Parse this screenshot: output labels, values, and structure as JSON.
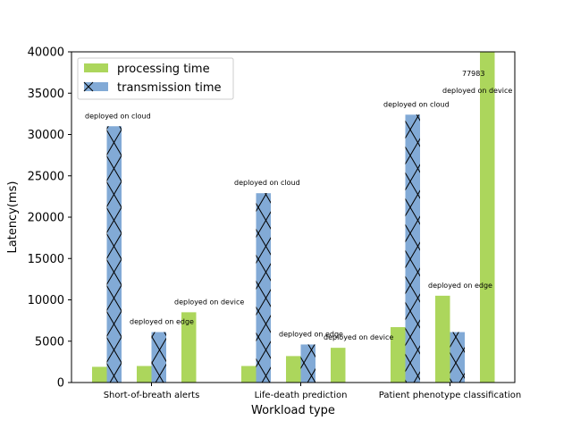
{
  "chart_data": {
    "type": "bar",
    "xlabel": "Workload type",
    "ylabel": "Latency(ms)",
    "ylim": [
      0,
      40000
    ],
    "yticks": [
      0,
      5000,
      10000,
      15000,
      20000,
      25000,
      30000,
      35000,
      40000
    ],
    "categories": [
      "Short-of-breath alerts",
      "Life-death prediction",
      "Patient phenotype classification"
    ],
    "deployments": [
      "deployed on cloud",
      "deployed on edge",
      "deployed on device"
    ],
    "legend_position": "upper-left",
    "series": [
      {
        "name": "processing time",
        "color": "#acd65c",
        "hatch": "none",
        "values": [
          [
            1900,
            2000,
            8500
          ],
          [
            2000,
            3200,
            4200
          ],
          [
            6700,
            10500,
            77983
          ]
        ]
      },
      {
        "name": "transmission time",
        "color": "#82aad6",
        "hatch": "cross",
        "values": [
          [
            31000,
            6100,
            0
          ],
          [
            22900,
            4600,
            0
          ],
          [
            32400,
            6100,
            0
          ]
        ]
      }
    ],
    "annotations": [
      {
        "text": "deployed on cloud",
        "category": 0,
        "deployment": 0
      },
      {
        "text": "deployed on edge",
        "category": 0,
        "deployment": 1
      },
      {
        "text": "deployed on device",
        "category": 0,
        "deployment": 2
      },
      {
        "text": "deployed on cloud",
        "category": 1,
        "deployment": 0
      },
      {
        "text": "deployed on edge",
        "category": 1,
        "deployment": 1
      },
      {
        "text": "deployed on device",
        "category": 1,
        "deployment": 2
      },
      {
        "text": "deployed on cloud",
        "category": 2,
        "deployment": 0
      },
      {
        "text": "deployed on edge",
        "category": 2,
        "deployment": 1
      },
      {
        "text": "deployed on device",
        "category": 2,
        "deployment": 2
      },
      {
        "text": "77983",
        "category": 2,
        "deployment": 2,
        "value_label": true
      }
    ]
  }
}
